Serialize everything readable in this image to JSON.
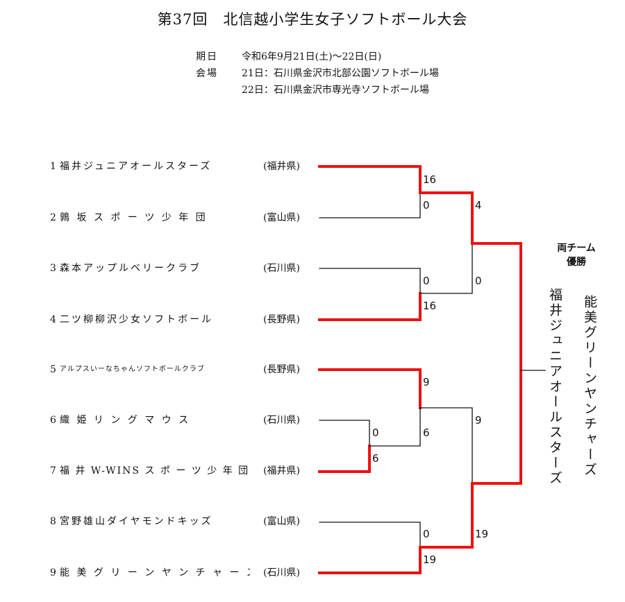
{
  "header": {
    "title": "第37回　北信越小学生女子ソフトボール大会",
    "date_label": "期日",
    "date_value": "令和6年9月21日(土)～22日(日)",
    "venue_label": "会場",
    "venue_day1": "21日：石川県金沢市北部公園ソフトボール場",
    "venue_day2": "22日：石川県金沢市専光寺ソフトボール場"
  },
  "teams": [
    {
      "no": "1",
      "name": "福井ジュニアオールスターズ",
      "pref": "(福井県)"
    },
    {
      "no": "2",
      "name": "鶉 坂 ス ポ ー ツ 少 年 団",
      "pref": "(富山県)"
    },
    {
      "no": "3",
      "name": "森本アップルベリークラブ",
      "pref": "(石川県)"
    },
    {
      "no": "4",
      "name": "二ツ柳柳沢少女ソフトボール",
      "pref": "(長野県)"
    },
    {
      "no": "5",
      "name": "アルプスいーなちゃんソフトボールクラブ",
      "pref": "(長野県)"
    },
    {
      "no": "6",
      "name": "織 姫 リ ン グ マ ウ ス",
      "pref": "(石川県)"
    },
    {
      "no": "7",
      "name": "福 井 W-WINS ス ポ ー ツ 少 年 団",
      "pref": "(福井県)"
    },
    {
      "no": "8",
      "name": "宮野雄山ダイヤモンドキッズ",
      "pref": "(富山県)"
    },
    {
      "no": "9",
      "name": "能 美 グ リ ー ン ヤ ン チ ャ ー ズ",
      "pref": "(石川県)"
    }
  ],
  "scores": {
    "r1_top": "16",
    "r1_bottom": "0",
    "r2_top": "0",
    "r2_bottom": "16",
    "sf1_top": "4",
    "sf1_bottom": "0",
    "r3_top": "0",
    "r3_bottom": "6",
    "r4_top": "9",
    "r4_bottom": "6",
    "sf2_top": "9",
    "sf2_bottom": "19",
    "r5_top": "0",
    "r5_bottom": "19"
  },
  "result": {
    "label_line1": "両チーム",
    "label_line2": "優勝",
    "champion_1": "福井ジュニアオールスターズ",
    "champion_2": "能美グリーンヤンチャーズ"
  },
  "colors": {
    "winner_line": "#ee1111",
    "loser_line": "#111111"
  }
}
